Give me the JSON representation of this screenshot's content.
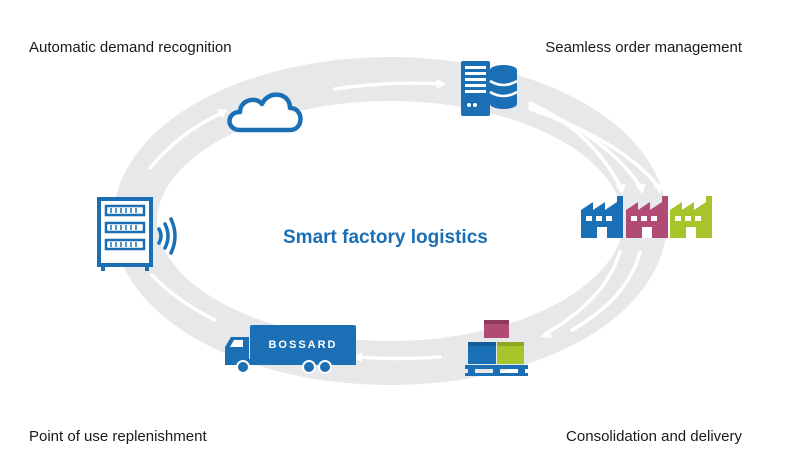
{
  "labels": {
    "top_left": "Automatic demand recognition",
    "top_right": "Seamless order management",
    "bottom_left": "Point of use replenishment",
    "bottom_right": "Consolidation and delivery"
  },
  "center_title": "Smart factory logistics",
  "truck_brand": "BOSSARD",
  "icons": {
    "demand": "cloud-icon",
    "order": "server-database-icon",
    "production": "factory-icon",
    "consolidation": "boxes-pallet-icon",
    "delivery": "delivery-truck-icon",
    "replenishment": "smart-bin-rfid-icon"
  },
  "colors": {
    "primary_blue": "#1a6fb5",
    "ring_gray": "#e7e8ea",
    "magenta": "#b14a75",
    "lime": "#a8c42b"
  }
}
